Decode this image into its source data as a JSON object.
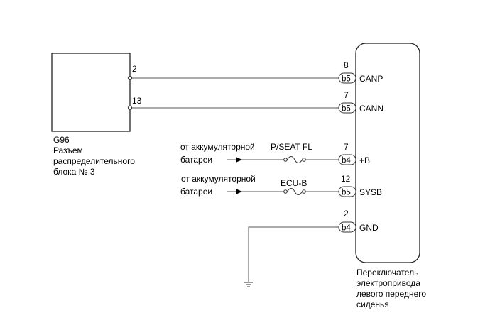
{
  "left_component": {
    "code": "G96",
    "name_lines": [
      "Разъем",
      "распределительного",
      "блока № 3"
    ],
    "pins": [
      "2",
      "13"
    ]
  },
  "right_component": {
    "name_lines": [
      "Переключатель",
      "электропривода",
      "левого переднего",
      "сиденья"
    ]
  },
  "connections": [
    {
      "pin": "8",
      "connector": "b5",
      "signal": "CANP"
    },
    {
      "pin": "7",
      "connector": "b5",
      "signal": "CANN"
    },
    {
      "pin": "7",
      "connector": "b4",
      "signal": "+B"
    },
    {
      "pin": "12",
      "connector": "b5",
      "signal": "SYSB"
    },
    {
      "pin": "2",
      "connector": "b4",
      "signal": "GND"
    }
  ],
  "power_sources": [
    {
      "label_lines": [
        "от аккумуляторной",
        "батареи"
      ],
      "fuse": "P/SEAT FL"
    },
    {
      "label_lines": [
        "от аккумуляторной",
        "батареи"
      ],
      "fuse": "ECU-B"
    }
  ],
  "ground_icon": "ground-icon",
  "fuse_icon": "fuse-icon",
  "arrow_icon": "arrow-right-icon"
}
